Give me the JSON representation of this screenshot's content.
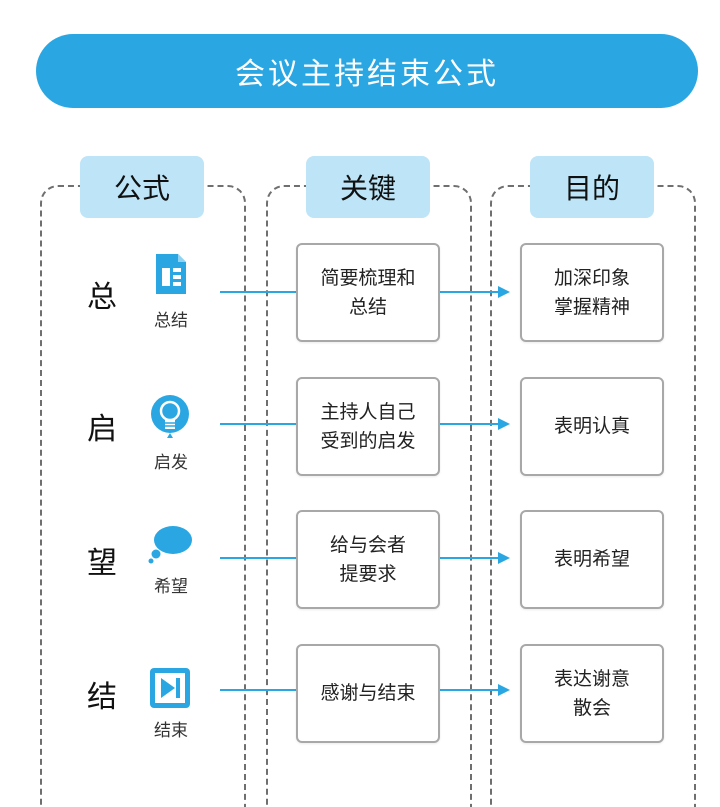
{
  "title": "会议主持结束公式",
  "columns": {
    "formula": "公式",
    "key": "关键",
    "purpose": "目的"
  },
  "rows": [
    {
      "char": "总",
      "icon": "document-list-icon",
      "icon_label": "总结",
      "key": "简要梳理和\n总结",
      "purpose": "加深印象\n掌握精神"
    },
    {
      "char": "启",
      "icon": "lightbulb-icon",
      "icon_label": "启发",
      "key": "主持人自己\n受到的启发",
      "purpose": "表明认真"
    },
    {
      "char": "望",
      "icon": "speech-bubble-icon",
      "icon_label": "希望",
      "key": "给与会者\n提要求",
      "purpose": "表明希望"
    },
    {
      "char": "结",
      "icon": "skip-end-icon",
      "icon_label": "结束",
      "key": "感谢与结束",
      "purpose": "表达谢意\n散会"
    }
  ],
  "colors": {
    "title_bg": "#2aa7e2",
    "header_bg": "#bde5f7",
    "icon_blue": "#2aa7e2",
    "arrow": "#2aa7e2"
  }
}
